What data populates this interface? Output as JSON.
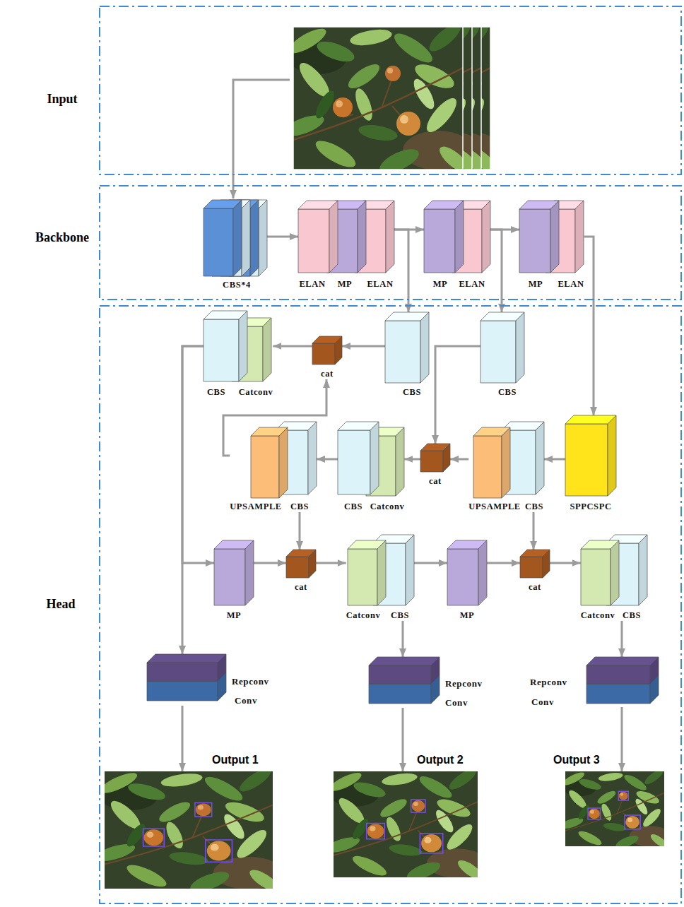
{
  "diagram": {
    "nodes": [
      {
        "text": [
          "Input"
        ]
      },
      {
        "text": [
          "Backbone"
        ]
      },
      {
        "text": [
          "Head"
        ]
      },
      {
        "text": [
          "CBS*4"
        ],
        "in": 1
      },
      {
        "text": [
          "ELAN"
        ],
        "in": 1
      },
      {
        "text": [
          "MP"
        ],
        "in": 1
      },
      {
        "text": [
          "ELAN"
        ],
        "in": 1
      },
      {
        "text": [
          "MP"
        ],
        "in": 1
      },
      {
        "text": [
          "ELAN"
        ],
        "in": 1
      },
      {
        "text": [
          "MP"
        ],
        "in": 1
      },
      {
        "text": [
          "ELAN"
        ],
        "in": 1
      },
      {
        "text": [
          "CBS"
        ],
        "in": 2
      },
      {
        "text": [
          "Catconv"
        ],
        "in": 2
      },
      {
        "text": [
          "cat"
        ],
        "in": 2
      },
      {
        "text": [
          "CBS"
        ],
        "in": 2
      },
      {
        "text": [
          "CBS"
        ],
        "in": 2
      },
      {
        "text": [
          "UPSAMPLE"
        ],
        "in": 2
      },
      {
        "text": [
          "CBS"
        ],
        "in": 2
      },
      {
        "text": [
          "CBS"
        ],
        "in": 2
      },
      {
        "text": [
          "Catconv"
        ],
        "in": 2
      },
      {
        "text": [
          "cat"
        ],
        "in": 2
      },
      {
        "text": [
          "UPSAMPLE"
        ],
        "in": 2
      },
      {
        "text": [
          "CBS"
        ],
        "in": 2
      },
      {
        "text": [
          "SPPCSPC"
        ],
        "in": 2
      },
      {
        "text": [
          "MP"
        ],
        "in": 2
      },
      {
        "text": [
          "cat"
        ],
        "in": 2
      },
      {
        "text": [
          "Catconv"
        ],
        "in": 2
      },
      {
        "text": [
          "CBS"
        ],
        "in": 2
      },
      {
        "text": [
          "MP"
        ],
        "in": 2
      },
      {
        "text": [
          "cat"
        ],
        "in": 2
      },
      {
        "text": [
          "Catconv"
        ],
        "in": 2
      },
      {
        "text": [
          "CBS"
        ],
        "in": 2
      },
      {
        "text": [
          "Repconv"
        ],
        "in": 2
      },
      {
        "text": [
          "Conv"
        ],
        "in": 2
      },
      {
        "text": [
          "Repconv"
        ],
        "in": 2
      },
      {
        "text": [
          "Conv"
        ],
        "in": 2
      },
      {
        "text": [
          "Repconv"
        ],
        "in": 2
      },
      {
        "text": [
          "Conv"
        ],
        "in": 2
      },
      {
        "text": [
          "Output 1"
        ],
        "in": 2
      },
      {
        "text": [
          "Output 2"
        ],
        "in": 2
      },
      {
        "text": [
          "Output 3"
        ],
        "in": 2
      }
    ],
    "edges": [
      {
        "from": 3,
        "to": 4,
        "arrow": "to"
      },
      {
        "from": 6,
        "to": 7,
        "arrow": "to"
      },
      {
        "from": 8,
        "to": 9,
        "arrow": "to"
      },
      {
        "from": 6,
        "to": 14,
        "arrow": "to"
      },
      {
        "from": 8,
        "to": 15,
        "arrow": "to"
      },
      {
        "from": 10,
        "to": 23,
        "arrow": "to"
      },
      {
        "from": 23,
        "to": 22,
        "arrow": "to"
      },
      {
        "from": 21,
        "to": 20,
        "arrow": "to"
      },
      {
        "from": 15,
        "to": 20,
        "arrow": "to"
      },
      {
        "from": 20,
        "to": 19,
        "arrow": "to"
      },
      {
        "from": 18,
        "to": 17,
        "arrow": "to"
      },
      {
        "from": 16,
        "to": 13,
        "arrow": "to"
      },
      {
        "from": 14,
        "to": 13,
        "arrow": "to"
      },
      {
        "from": 13,
        "to": 12,
        "arrow": "to"
      },
      {
        "from": 11,
        "to": 32,
        "arrow": "to"
      },
      {
        "from": 11,
        "to": 24,
        "arrow": "to"
      },
      {
        "from": 17,
        "to": 25,
        "arrow": "to"
      },
      {
        "from": 22,
        "to": 29,
        "arrow": "to"
      },
      {
        "from": 24,
        "to": 25,
        "arrow": "to"
      },
      {
        "from": 25,
        "to": 26,
        "arrow": "to"
      },
      {
        "from": 27,
        "to": 28,
        "arrow": "to"
      },
      {
        "from": 28,
        "to": 29,
        "arrow": "to"
      },
      {
        "from": 29,
        "to": 30,
        "arrow": "to"
      },
      {
        "from": 27,
        "to": 34,
        "arrow": "to"
      },
      {
        "from": 31,
        "to": 36,
        "arrow": "to"
      },
      {
        "from": 33,
        "to": 38,
        "arrow": "to"
      },
      {
        "from": 35,
        "to": 39,
        "arrow": "to"
      },
      {
        "from": 37,
        "to": 40,
        "arrow": "to"
      }
    ]
  }
}
